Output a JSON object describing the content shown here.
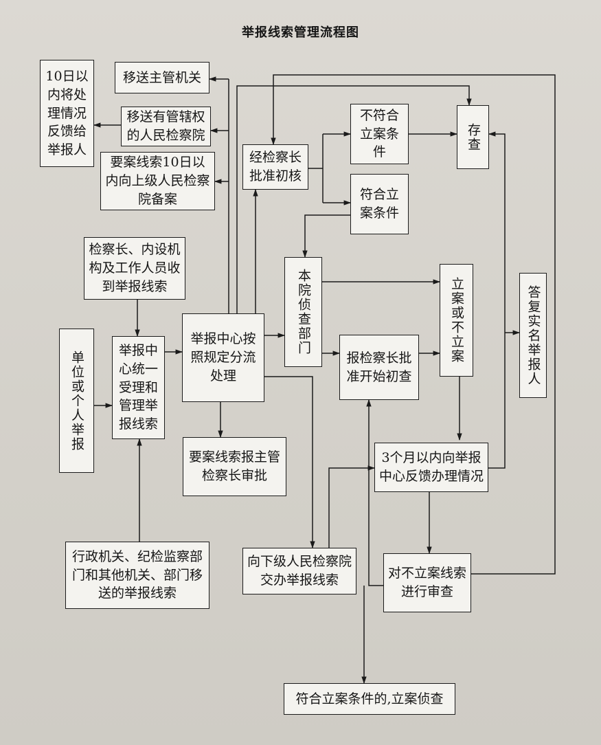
{
  "title": "举报线索管理流程图",
  "nodes": {
    "feedback_10days": "10日以内将处理情况反馈给举报人",
    "transfer_agency": "移送主管机关",
    "transfer_procuratorate": "移送有管辖权的人民检察院",
    "report_superior": "要案线索10日以内向上级人民检察院备案",
    "received_internal": "检察长、内设机构及工作人员收到举报线索",
    "unit_individual": "单位或个人举报",
    "center_unified": "举报中心统一受理和管理举报线索",
    "center_distribute": "举报中心按照规定分流处理",
    "chief_approve": "经检察长批准初核",
    "not_meet": "不符合立案条件",
    "meet": "符合立案条件",
    "archive": "存查",
    "investigation_dept": "本院侦查部门",
    "file_or_not": "立案或不立案",
    "reply_named": "答复实名举报人",
    "chief_initial": "报检察长批准开始初查",
    "case_to_chief": "要案线索报主管检察长审批",
    "feedback_3months": "3个月以内向举报中心反馈办理情况",
    "lower_procuratorate": "向下级人民检察院交办举报线索",
    "review_unfiled": "对不立案线索进行审查",
    "admin_transfer": "行政机关、纪检监察部门和其他机关、部门移送的举报线索",
    "file_investigate": "符合立案条件的,立案侦查"
  }
}
